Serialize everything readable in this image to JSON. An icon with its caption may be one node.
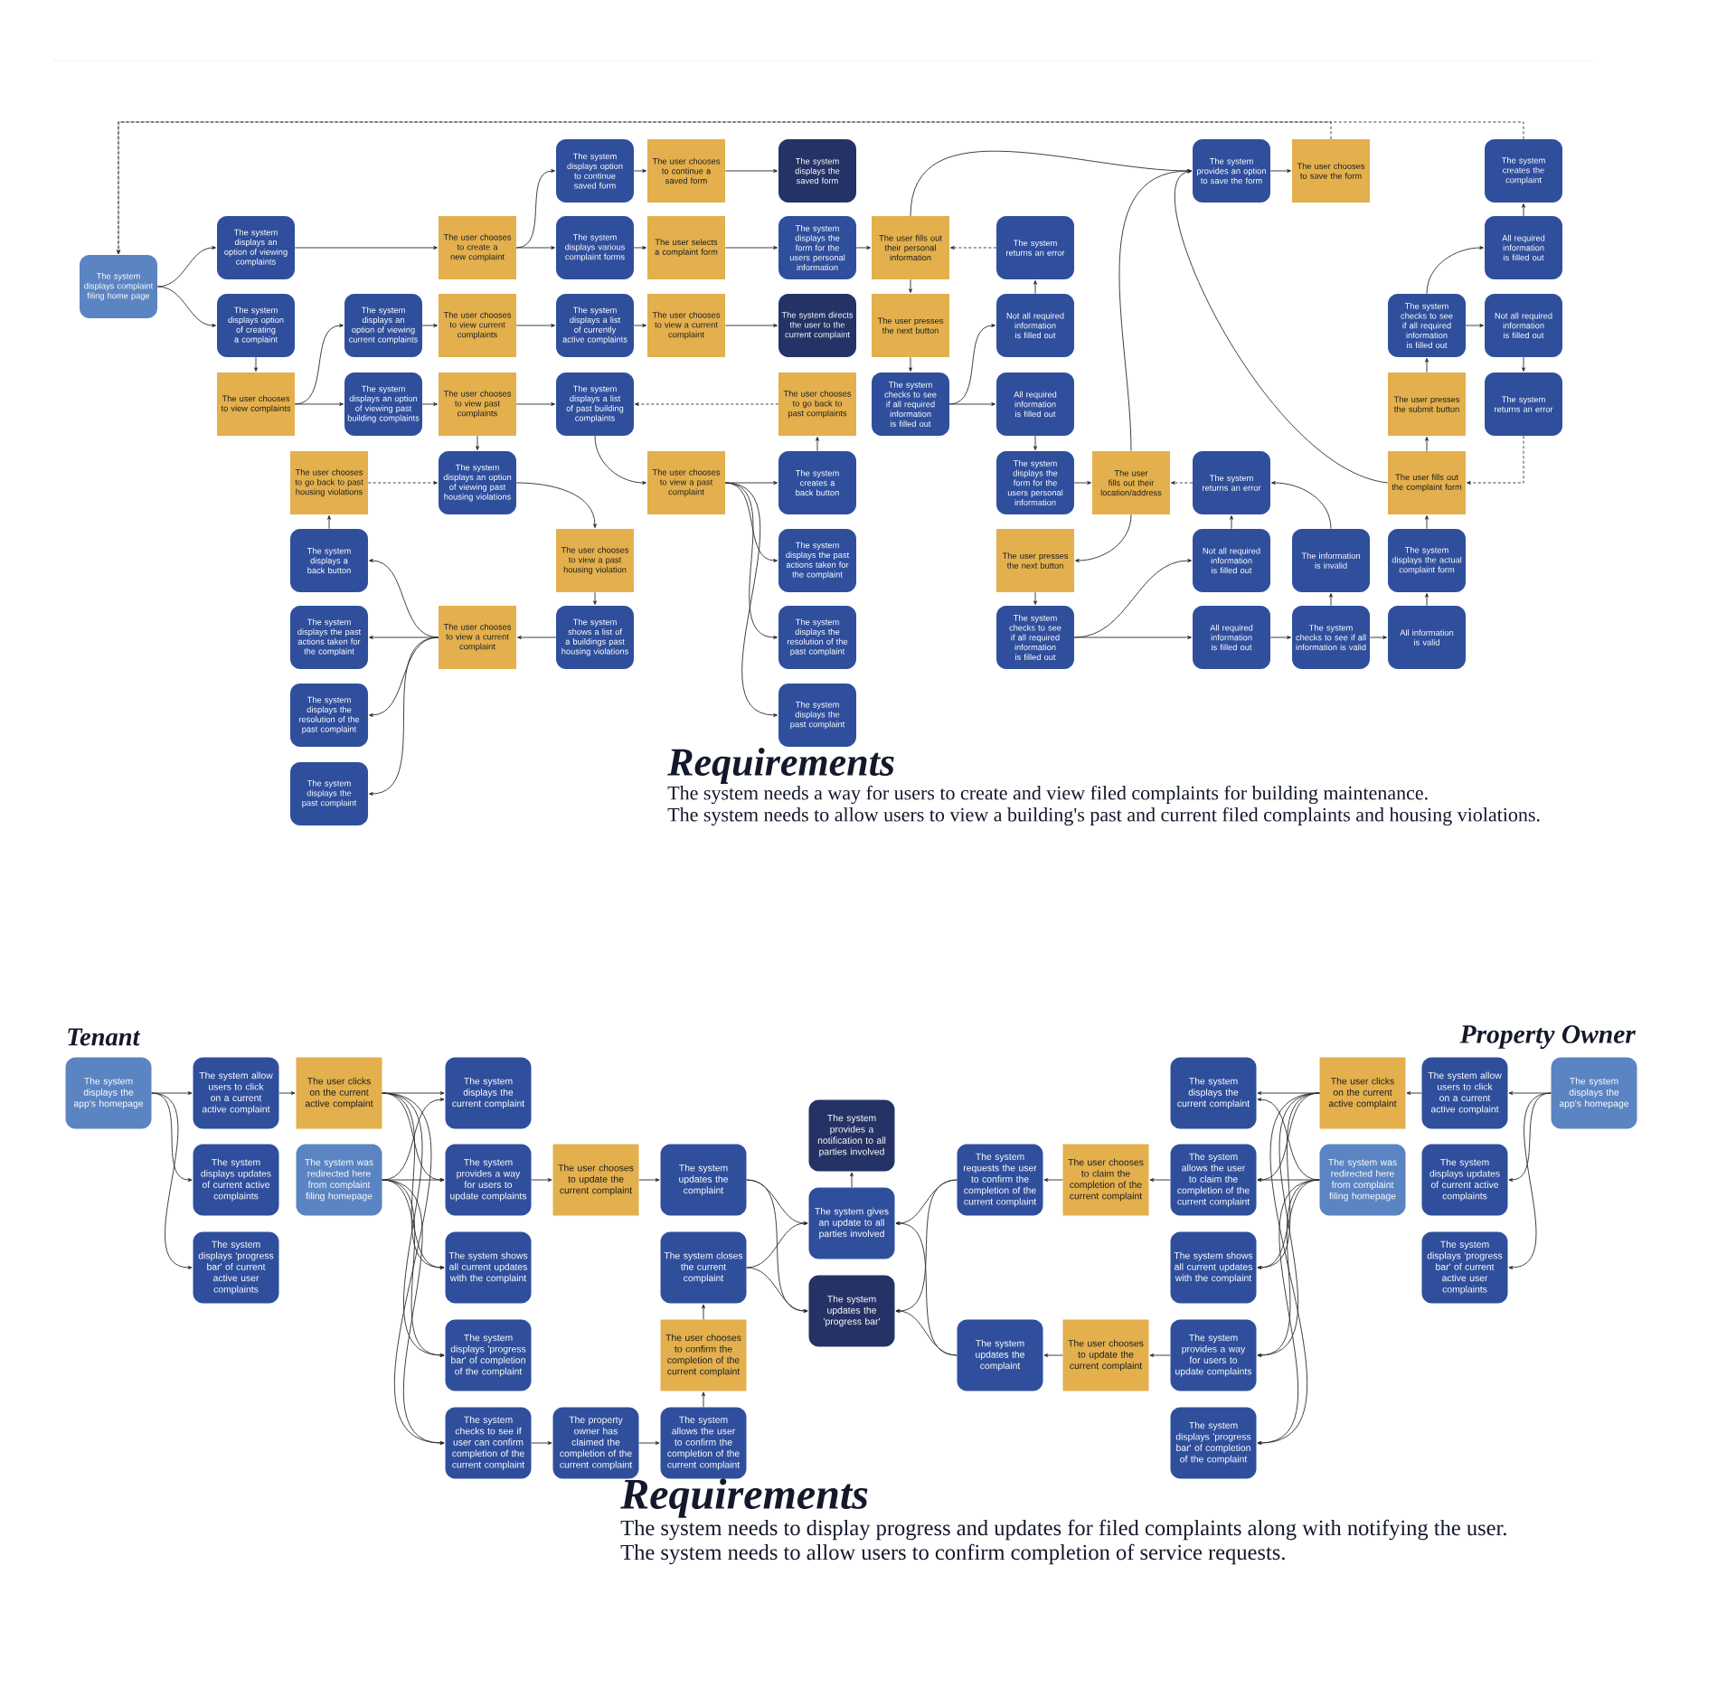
{
  "diagram": {
    "nodes": [
      {
        "text": [
          "The system displays complaint filing home page"
        ]
      },
      {
        "text": [
          "The system displays an option of viewing complaints"
        ]
      },
      {
        "text": [
          "The system displays option of creating a complaint"
        ]
      },
      {
        "text": [
          "The user chooses to view complaints"
        ]
      },
      {
        "text": [
          "The system displays an option of viewing current complaints"
        ]
      },
      {
        "text": [
          "The system displays an option of viewing past building complaints"
        ]
      },
      {
        "text": [
          "The user chooses to go back to past housing violations"
        ]
      },
      {
        "text": [
          "The system displays a back button"
        ]
      },
      {
        "text": [
          "The system displays the past actions taken for the complaint"
        ]
      },
      {
        "text": [
          "The system displays the resolution of the past complaint"
        ]
      },
      {
        "text": [
          "The system displays the past complaint"
        ]
      },
      {
        "text": [
          "The user chooses to create a new complaint"
        ]
      },
      {
        "text": [
          "The user chooses to view current complaints"
        ]
      },
      {
        "text": [
          "The user chooses to view past complaints"
        ]
      },
      {
        "text": [
          "The system displays an option of viewing past housing violations"
        ]
      },
      {
        "text": [
          "The user chooses to view a current complaint"
        ]
      },
      {
        "text": [
          "The system displays option to continue saved form"
        ]
      },
      {
        "text": [
          "The system displays various complaint forms"
        ]
      },
      {
        "text": [
          "The system displays a list of currently active complaints"
        ]
      },
      {
        "text": [
          "The system displays a list of past building complaints"
        ]
      },
      {
        "text": [
          "The user chooses to view a past housing violation"
        ]
      },
      {
        "text": [
          "The system shows a list of a buildings past housing violations"
        ]
      },
      {
        "text": [
          "The user chooses to continue a saved form"
        ]
      },
      {
        "text": [
          "The user selects a complaint form"
        ]
      },
      {
        "text": [
          "The user chooses to view a current complaint"
        ]
      },
      {
        "text": [
          "The user chooses to view a past complaint"
        ]
      },
      {
        "text": [
          "The system displays the saved form"
        ]
      },
      {
        "text": [
          "The system displays the form for the users personal information"
        ]
      },
      {
        "text": [
          "The system directs the user to the current complaint"
        ]
      },
      {
        "text": [
          "The user chooses to go back to past complaints"
        ]
      },
      {
        "text": [
          "The system creates a back button"
        ]
      },
      {
        "text": [
          "The system displays the past actions taken for the complaint"
        ]
      },
      {
        "text": [
          "The system displays the resolution of the past complaint"
        ]
      },
      {
        "text": [
          "The system displays the past complaint"
        ]
      },
      {
        "text": [
          "The user fills out their personal information"
        ]
      },
      {
        "text": [
          "The user presses the next button"
        ]
      },
      {
        "text": [
          "The system checks to see if all required information is filled out"
        ]
      },
      {
        "text": [
          "The system returns an error"
        ]
      },
      {
        "text": [
          "Not all required information is filled out"
        ]
      },
      {
        "text": [
          "All required information is filled out"
        ]
      },
      {
        "text": [
          "The system displays the form for the users personal information"
        ]
      },
      {
        "text": [
          "The user presses the next button"
        ]
      },
      {
        "text": [
          "The system checks to see if all required information is filled out"
        ]
      },
      {
        "text": [
          "The user fills out their location/address"
        ]
      },
      {
        "text": [
          "The system provides an option to save the form"
        ]
      },
      {
        "text": [
          "The system returns an error"
        ]
      },
      {
        "text": [
          "Not all required information is filled out"
        ]
      },
      {
        "text": [
          "All required information is filled out"
        ]
      },
      {
        "text": [
          "The user chooses to save the form"
        ]
      },
      {
        "text": [
          "The information is invalid"
        ]
      },
      {
        "text": [
          "The system checks to see if all information is valid"
        ]
      },
      {
        "text": [
          "The user presses the submit button"
        ]
      },
      {
        "text": [
          "The system checks to see if all required information is filled out"
        ]
      },
      {
        "text": [
          "The user fills out the complaint form"
        ]
      },
      {
        "text": [
          "The system displays the actual complaint form"
        ]
      },
      {
        "text": [
          "All information is valid"
        ]
      },
      {
        "text": [
          "The system creates the complaint"
        ]
      },
      {
        "text": [
          "All required information is filled out"
        ]
      },
      {
        "text": [
          "Not all required information is filled out"
        ]
      },
      {
        "text": [
          "The system returns an error"
        ]
      },
      {
        "text": [
          "The system displays the app's homepage"
        ]
      },
      {
        "text": [
          "The system allow users to click on a current active complaint"
        ]
      },
      {
        "text": [
          "The system displays updates of current active complaints"
        ]
      },
      {
        "text": [
          "The system displays 'progress bar' of current active user complaints"
        ]
      },
      {
        "text": [
          "The user clicks on the current active complaint"
        ]
      },
      {
        "text": [
          "The system was redirected here from complaint filing homepage"
        ]
      },
      {
        "text": [
          "The system displays the current complaint"
        ]
      },
      {
        "text": [
          "The system provides a way for users to update complaints"
        ]
      },
      {
        "text": [
          "The system shows all current updates with the complaint"
        ]
      },
      {
        "text": [
          "The system displays 'progress bar' of completion of the complaint"
        ]
      },
      {
        "text": [
          "The system checks to see if user can confirm completion of the current complaint"
        ]
      },
      {
        "text": [
          "The user chooses to update the current complaint"
        ]
      },
      {
        "text": [
          "The property owner has claimed the completion of the current complaint"
        ]
      },
      {
        "text": [
          "The system updates the complaint"
        ]
      },
      {
        "text": [
          "The system closes the current complaint"
        ]
      },
      {
        "text": [
          "The user chooses to confirm the completion of the current complaint"
        ]
      },
      {
        "text": [
          "The system allows the user to confirm the completion of the current complaint"
        ]
      },
      {
        "text": [
          "The system provides a notification to all parties involved"
        ]
      },
      {
        "text": [
          "The system gives an update to all parties involved"
        ]
      },
      {
        "text": [
          "The system updates the 'progress bar'"
        ]
      },
      {
        "text": [
          "The system requests the user to confirm the completion of the current complaint"
        ]
      },
      {
        "text": [
          "The system updates the complaint"
        ]
      },
      {
        "text": [
          "The user chooses to claim the completion of the current complaint"
        ]
      },
      {
        "text": [
          "The user chooses to update the current complaint"
        ]
      },
      {
        "text": [
          "The system displays the current complaint"
        ]
      },
      {
        "text": [
          "The system allows the user to claim the completion of the current complaint"
        ]
      },
      {
        "text": [
          "The system shows all current updates with the complaint"
        ]
      },
      {
        "text": [
          "The system provides a way for users to update complaints"
        ]
      },
      {
        "text": [
          "The system displays 'progress bar' of completion of the complaint"
        ]
      },
      {
        "text": [
          "The user clicks on the current active complaint"
        ]
      },
      {
        "text": [
          "The system was redirected here from complaint filing homepage"
        ]
      },
      {
        "text": [
          "The system allow users to click on a current active complaint"
        ]
      },
      {
        "text": [
          "The system displays updates of current active complaints"
        ]
      },
      {
        "text": [
          "The system displays 'progress bar' of current active user complaints"
        ]
      },
      {
        "text": [
          "The system displays the app's homepage"
        ]
      }
    ],
    "edges": [
      {
        "from": 0,
        "to": 1,
        "arrow": "to"
      },
      {
        "from": 0,
        "to": 2,
        "arrow": "to"
      },
      {
        "from": 1,
        "to": 11,
        "arrow": "to"
      },
      {
        "from": 2,
        "to": 3,
        "arrow": "to"
      },
      {
        "from": 3,
        "to": 4,
        "arrow": "to"
      },
      {
        "from": 3,
        "to": 5,
        "arrow": "to"
      },
      {
        "from": 4,
        "to": 12,
        "arrow": "to"
      },
      {
        "from": 5,
        "to": 13,
        "arrow": "to"
      },
      {
        "from": 13,
        "to": 14,
        "arrow": "to"
      },
      {
        "from": 6,
        "to": 14,
        "arrow": "to",
        "style": "dashed"
      },
      {
        "from": 7,
        "to": 6,
        "arrow": "to"
      },
      {
        "from": 14,
        "to": 20,
        "arrow": "to"
      },
      {
        "from": 20,
        "to": 21,
        "arrow": "to"
      },
      {
        "from": 21,
        "to": 15,
        "arrow": "to"
      },
      {
        "from": 15,
        "to": 7,
        "arrow": "to"
      },
      {
        "from": 15,
        "to": 8,
        "arrow": "to"
      },
      {
        "from": 15,
        "to": 9,
        "arrow": "to"
      },
      {
        "from": 15,
        "to": 10,
        "arrow": "to"
      },
      {
        "from": 11,
        "to": 16,
        "arrow": "to"
      },
      {
        "from": 11,
        "to": 17,
        "arrow": "to"
      },
      {
        "from": 12,
        "to": 18,
        "arrow": "to"
      },
      {
        "from": 13,
        "to": 19,
        "arrow": "to"
      },
      {
        "from": 16,
        "to": 22,
        "arrow": "to"
      },
      {
        "from": 17,
        "to": 23,
        "arrow": "to"
      },
      {
        "from": 18,
        "to": 24,
        "arrow": "to"
      },
      {
        "from": 19,
        "to": 25,
        "arrow": "to"
      },
      {
        "from": 22,
        "to": 26,
        "arrow": "to"
      },
      {
        "from": 23,
        "to": 27,
        "arrow": "to"
      },
      {
        "from": 24,
        "to": 28,
        "arrow": "to"
      },
      {
        "from": 25,
        "to": 30,
        "arrow": "to"
      },
      {
        "from": 25,
        "to": 31,
        "arrow": "to"
      },
      {
        "from": 25,
        "to": 32,
        "arrow": "to"
      },
      {
        "from": 25,
        "to": 33,
        "arrow": "to"
      },
      {
        "from": 30,
        "to": 29,
        "arrow": "to"
      },
      {
        "from": 29,
        "to": 19,
        "arrow": "to",
        "style": "dashed"
      },
      {
        "from": 27,
        "to": 34,
        "arrow": "to"
      },
      {
        "from": 34,
        "to": 35,
        "arrow": "to"
      },
      {
        "from": 35,
        "to": 36,
        "arrow": "to"
      },
      {
        "from": 36,
        "to": 38,
        "arrow": "to"
      },
      {
        "from": 36,
        "to": 39,
        "arrow": "to"
      },
      {
        "from": 38,
        "to": 37,
        "arrow": "to"
      },
      {
        "from": 37,
        "to": 34,
        "arrow": "to",
        "style": "dashed"
      },
      {
        "from": 34,
        "to": 44,
        "arrow": "to"
      },
      {
        "from": 39,
        "to": 40,
        "arrow": "to"
      },
      {
        "from": 40,
        "to": 43,
        "arrow": "to"
      },
      {
        "from": 43,
        "to": 44,
        "arrow": "to"
      },
      {
        "from": 43,
        "to": 41,
        "arrow": "to"
      },
      {
        "from": 41,
        "to": 42,
        "arrow": "to"
      },
      {
        "from": 42,
        "to": 46,
        "arrow": "to"
      },
      {
        "from": 42,
        "to": 47,
        "arrow": "to"
      },
      {
        "from": 46,
        "to": 45,
        "arrow": "to"
      },
      {
        "from": 45,
        "to": 43,
        "arrow": "to",
        "style": "dashed"
      },
      {
        "from": 49,
        "to": 45,
        "arrow": "to"
      },
      {
        "from": 47,
        "to": 50,
        "arrow": "to"
      },
      {
        "from": 50,
        "to": 49,
        "arrow": "to"
      },
      {
        "from": 50,
        "to": 55,
        "arrow": "to"
      },
      {
        "from": 55,
        "to": 54,
        "arrow": "to"
      },
      {
        "from": 54,
        "to": 53,
        "arrow": "to"
      },
      {
        "from": 53,
        "to": 51,
        "arrow": "to"
      },
      {
        "from": 51,
        "to": 52,
        "arrow": "to"
      },
      {
        "from": 52,
        "to": 57,
        "arrow": "to"
      },
      {
        "from": 52,
        "to": 58,
        "arrow": "to"
      },
      {
        "from": 58,
        "to": 59,
        "arrow": "to"
      },
      {
        "from": 59,
        "to": 53,
        "arrow": "to",
        "style": "dashed"
      },
      {
        "from": 57,
        "to": 56,
        "arrow": "to"
      },
      {
        "from": 53,
        "to": 44,
        "arrow": "to"
      },
      {
        "from": 44,
        "to": 48,
        "arrow": "to"
      },
      {
        "from": 48,
        "to": 0,
        "arrow": "to",
        "style": "dashed"
      },
      {
        "from": 56,
        "to": 0,
        "arrow": "to",
        "style": "dashed"
      },
      {
        "from": 60,
        "to": 61,
        "arrow": "to"
      },
      {
        "from": 60,
        "to": 62,
        "arrow": "to"
      },
      {
        "from": 60,
        "to": 63,
        "arrow": "to"
      },
      {
        "from": 61,
        "to": 64,
        "arrow": "to"
      },
      {
        "from": 64,
        "to": 66,
        "arrow": "to"
      },
      {
        "from": 64,
        "to": 67,
        "arrow": "to"
      },
      {
        "from": 64,
        "to": 68,
        "arrow": "to"
      },
      {
        "from": 64,
        "to": 69,
        "arrow": "to"
      },
      {
        "from": 64,
        "to": 70,
        "arrow": "to"
      },
      {
        "from": 65,
        "to": 66,
        "arrow": "to"
      },
      {
        "from": 65,
        "to": 67,
        "arrow": "to"
      },
      {
        "from": 65,
        "to": 68,
        "arrow": "to"
      },
      {
        "from": 65,
        "to": 69,
        "arrow": "to"
      },
      {
        "from": 65,
        "to": 70,
        "arrow": "to"
      },
      {
        "from": 67,
        "to": 71,
        "arrow": "to"
      },
      {
        "from": 71,
        "to": 73,
        "arrow": "to"
      },
      {
        "from": 70,
        "to": 72,
        "arrow": "to"
      },
      {
        "from": 72,
        "to": 76,
        "arrow": "to"
      },
      {
        "from": 76,
        "to": 75,
        "arrow": "to"
      },
      {
        "from": 75,
        "to": 74,
        "arrow": "to"
      },
      {
        "from": 73,
        "to": 78,
        "arrow": "to"
      },
      {
        "from": 73,
        "to": 79,
        "arrow": "to"
      },
      {
        "from": 74,
        "to": 78,
        "arrow": "to"
      },
      {
        "from": 74,
        "to": 79,
        "arrow": "to"
      },
      {
        "from": 78,
        "to": 77,
        "arrow": "to"
      },
      {
        "from": 94,
        "to": 91,
        "arrow": "to"
      },
      {
        "from": 94,
        "to": 92,
        "arrow": "to"
      },
      {
        "from": 94,
        "to": 93,
        "arrow": "to"
      },
      {
        "from": 91,
        "to": 89,
        "arrow": "to"
      },
      {
        "from": 89,
        "to": 84,
        "arrow": "to"
      },
      {
        "from": 89,
        "to": 85,
        "arrow": "to"
      },
      {
        "from": 89,
        "to": 86,
        "arrow": "to"
      },
      {
        "from": 89,
        "to": 87,
        "arrow": "to"
      },
      {
        "from": 89,
        "to": 88,
        "arrow": "to"
      },
      {
        "from": 90,
        "to": 84,
        "arrow": "to"
      },
      {
        "from": 90,
        "to": 85,
        "arrow": "to"
      },
      {
        "from": 90,
        "to": 86,
        "arrow": "to"
      },
      {
        "from": 90,
        "to": 87,
        "arrow": "to"
      },
      {
        "from": 90,
        "to": 88,
        "arrow": "to"
      },
      {
        "from": 85,
        "to": 82,
        "arrow": "to"
      },
      {
        "from": 82,
        "to": 80,
        "arrow": "to"
      },
      {
        "from": 87,
        "to": 83,
        "arrow": "to"
      },
      {
        "from": 83,
        "to": 81,
        "arrow": "to"
      },
      {
        "from": 80,
        "to": 78,
        "arrow": "to"
      },
      {
        "from": 80,
        "to": 79,
        "arrow": "to"
      },
      {
        "from": 81,
        "to": 78,
        "arrow": "to"
      },
      {
        "from": 81,
        "to": 79,
        "arrow": "to"
      }
    ],
    "labels": [
      "Requirements",
      "The system needs a way for users to create and view filed complaints for building maintenance.",
      "The system needs to allow users to view a building's past and current filed complaints and housing violations.",
      "Tenant",
      "Property Owner",
      "Requirements",
      "The system needs to display progress and updates for filed complaints along with notifying the user.",
      "The system needs to allow users to confirm completion of service requests."
    ]
  }
}
